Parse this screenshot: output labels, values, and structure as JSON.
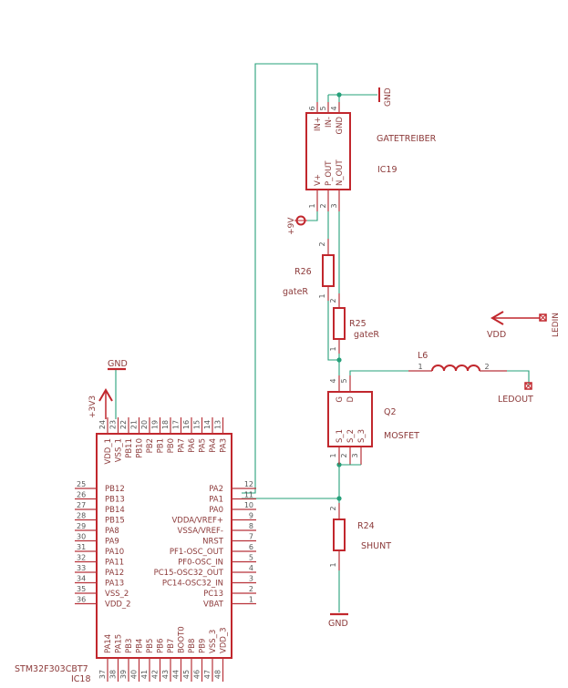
{
  "parts": {
    "gatedriver": {
      "name": "GATETREIBER",
      "ref": "IC19",
      "pins_top": [
        "IN+",
        "IN-",
        "GND"
      ],
      "pins_bottom": [
        "V+",
        "P_OUT",
        "N_OUT"
      ],
      "pin_numbers_top": [
        "6",
        "5",
        "4"
      ],
      "pin_numbers_bottom": [
        "1",
        "2",
        "3"
      ]
    },
    "r26": {
      "ref": "R26",
      "value": "gateR",
      "pins": [
        "2",
        "1"
      ]
    },
    "r25": {
      "ref": "R25",
      "value": "gateR",
      "pins": [
        "2",
        "1"
      ]
    },
    "l6": {
      "ref": "L6",
      "pins": [
        "1",
        "2"
      ]
    },
    "q2": {
      "ref": "Q2",
      "value": "MOSFET",
      "pins_top": [
        "G",
        "D"
      ],
      "pins_bottom": [
        "S_1",
        "S_2",
        "S_3"
      ],
      "pin_numbers_top": [
        "4",
        "5"
      ],
      "pin_numbers_bottom": [
        "1",
        "2",
        "3"
      ]
    },
    "r24": {
      "ref": "R24",
      "value": "SHUNT",
      "pins": [
        "2",
        "1"
      ]
    },
    "mcu": {
      "name": "STM32F303CBT7",
      "ref": "IC18",
      "top_pins": [
        {
          "num": "24",
          "name": "VDD_1"
        },
        {
          "num": "23",
          "name": "VSS_1"
        },
        {
          "num": "22",
          "name": "PB11"
        },
        {
          "num": "21",
          "name": "PB10"
        },
        {
          "num": "20",
          "name": "PB2"
        },
        {
          "num": "19",
          "name": "PB1"
        },
        {
          "num": "18",
          "name": "PB0"
        },
        {
          "num": "17",
          "name": "PA7"
        },
        {
          "num": "16",
          "name": "PA6"
        },
        {
          "num": "15",
          "name": "PA5"
        },
        {
          "num": "14",
          "name": "PA4"
        },
        {
          "num": "13",
          "name": "PA3"
        }
      ],
      "left_pins": [
        {
          "num": "25",
          "name": "PB12"
        },
        {
          "num": "26",
          "name": "PB13"
        },
        {
          "num": "27",
          "name": "PB14"
        },
        {
          "num": "28",
          "name": "PB15"
        },
        {
          "num": "29",
          "name": "PA8"
        },
        {
          "num": "30",
          "name": "PA9"
        },
        {
          "num": "31",
          "name": "PA10"
        },
        {
          "num": "32",
          "name": "PA11"
        },
        {
          "num": "33",
          "name": "PA12"
        },
        {
          "num": "34",
          "name": "PA13"
        },
        {
          "num": "35",
          "name": "VSS_2"
        },
        {
          "num": "36",
          "name": "VDD_2"
        }
      ],
      "right_pins": [
        {
          "num": "12",
          "name": "PA2"
        },
        {
          "num": "11",
          "name": "PA1"
        },
        {
          "num": "10",
          "name": "PA0"
        },
        {
          "num": "9",
          "name": "VDDA/VREF+"
        },
        {
          "num": "8",
          "name": "VSSA/VREF-"
        },
        {
          "num": "7",
          "name": "NRST"
        },
        {
          "num": "6",
          "name": "PF1-OSC_OUT"
        },
        {
          "num": "5",
          "name": "PF0-OSC_IN"
        },
        {
          "num": "4",
          "name": "PC15-OSC32_OUT"
        },
        {
          "num": "3",
          "name": "PC14-OSC32_IN"
        },
        {
          "num": "2",
          "name": "PC13"
        },
        {
          "num": "1",
          "name": "VBAT"
        }
      ],
      "bottom_pins": [
        {
          "num": "37",
          "name": "PA14"
        },
        {
          "num": "38",
          "name": "PA15"
        },
        {
          "num": "39",
          "name": "PB3"
        },
        {
          "num": "40",
          "name": "PB4"
        },
        {
          "num": "41",
          "name": "PB5"
        },
        {
          "num": "42",
          "name": "PB6"
        },
        {
          "num": "43",
          "name": "PB7"
        },
        {
          "num": "44",
          "name": "BOOT0"
        },
        {
          "num": "45",
          "name": "PB8"
        },
        {
          "num": "46",
          "name": "PB9"
        },
        {
          "num": "47",
          "name": "VSS_3"
        },
        {
          "num": "48",
          "name": "VDD_3"
        }
      ]
    }
  },
  "supplies": {
    "gnd_top": "GND",
    "gnd_mcu": "GND",
    "gnd_bottom": "GND",
    "plus9v": "+9V",
    "plus3v3": "+3V3",
    "vdd": "VDD",
    "ledin": "LEDIN",
    "ledout": "LEDOUT"
  },
  "colors": {
    "symbol": "#c1272d",
    "wire": "#26a07a",
    "text": "#8c3a3a"
  }
}
